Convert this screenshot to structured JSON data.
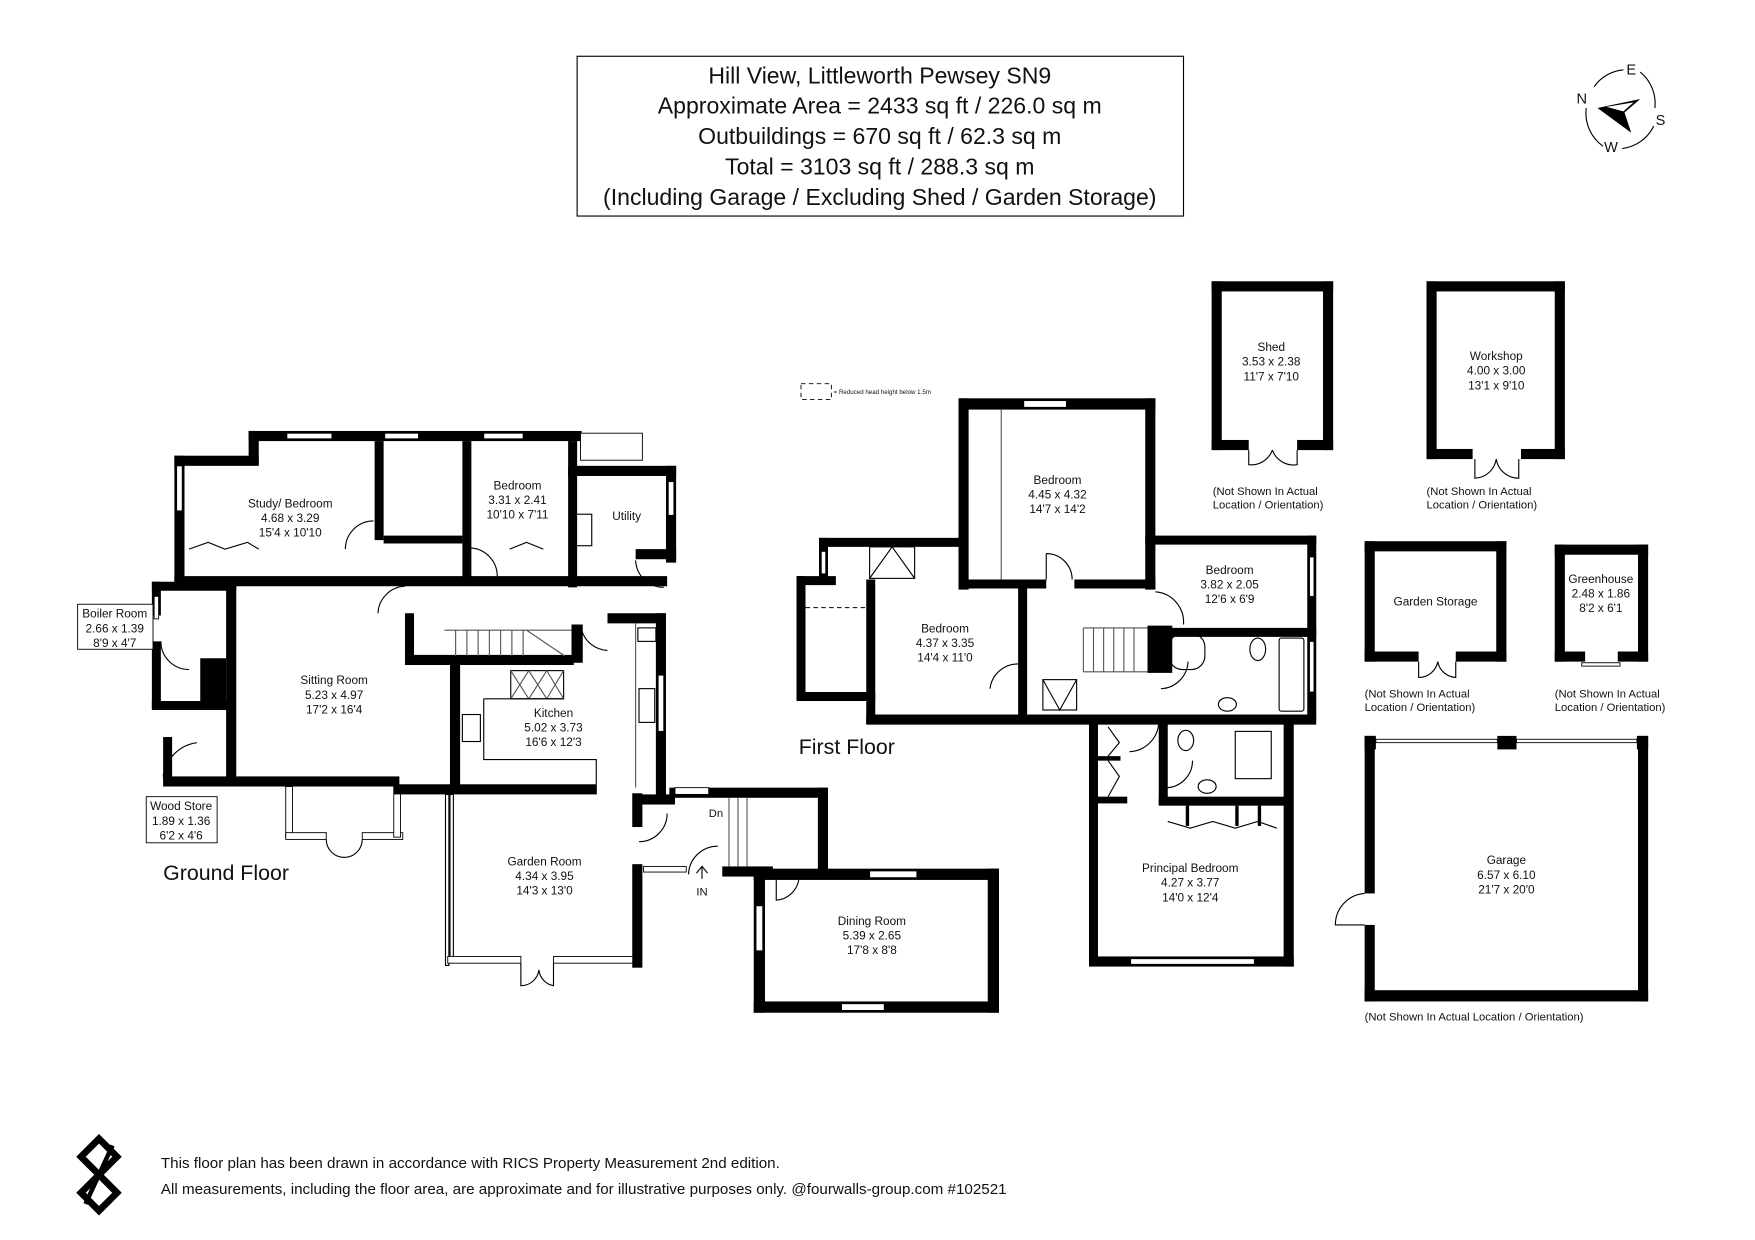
{
  "header": {
    "address": "Hill View, Littleworth Pewsey SN9",
    "approx_area": "Approximate Area = 2433 sq ft / 226.0 sq m",
    "outbuildings": "Outbuildings = 670 sq ft / 62.3 sq m",
    "total": "Total = 3103 sq ft / 288.3 sq m",
    "note": "(Including Garage / Excluding Shed / Garden Storage)"
  },
  "compass": {
    "n": "N",
    "e": "E",
    "s": "S",
    "w": "W"
  },
  "legend": {
    "text": "= Reduced head height below 1.5m"
  },
  "ground_floor": {
    "label": "Ground Floor",
    "entrance": "IN",
    "stairs_down": "Dn",
    "rooms": {
      "study": {
        "name": "Study/ Bedroom",
        "metric": "4.68 x 3.29",
        "imperial": "15'4 x 10'10"
      },
      "bedroom": {
        "name": "Bedroom",
        "metric": "3.31 x 2.41",
        "imperial": "10'10 x 7'11"
      },
      "utility": {
        "name": "Utility"
      },
      "boiler": {
        "name": "Boiler Room",
        "metric": "2.66 x 1.39",
        "imperial": "8'9 x 4'7"
      },
      "sitting": {
        "name": "Sitting Room",
        "metric": "5.23 x 4.97",
        "imperial": "17'2 x 16'4"
      },
      "kitchen": {
        "name": "Kitchen",
        "metric": "5.02 x 3.73",
        "imperial": "16'6 x 12'3"
      },
      "wood_store": {
        "name": "Wood Store",
        "metric": "1.89 x 1.36",
        "imperial": "6'2 x 4'6"
      },
      "garden_room": {
        "name": "Garden Room",
        "metric": "4.34 x 3.95",
        "imperial": "14'3 x 13'0"
      },
      "dining": {
        "name": "Dining Room",
        "metric": "5.39 x 2.65",
        "imperial": "17'8 x 8'8"
      }
    }
  },
  "first_floor": {
    "label": "First Floor",
    "rooms": {
      "bedroom_top": {
        "name": "Bedroom",
        "metric": "4.45 x 4.32",
        "imperial": "14'7 x 14'2"
      },
      "bedroom_left": {
        "name": "Bedroom",
        "metric": "4.37 x 3.35",
        "imperial": "14'4 x 11'0"
      },
      "bedroom_right": {
        "name": "Bedroom",
        "metric": "3.82 x 2.05",
        "imperial": "12'6 x 6'9"
      },
      "principal": {
        "name": "Principal Bedroom",
        "metric": "4.27 x 3.77",
        "imperial": "14'0 x 12'4"
      }
    }
  },
  "outbuildings": {
    "not_shown_1": "(Not Shown In Actual",
    "not_shown_2": "Location / Orientation)",
    "garage_note": "(Not Shown In Actual Location / Orientation)",
    "shed": {
      "name": "Shed",
      "metric": "3.53 x 2.38",
      "imperial": "11'7 x 7'10"
    },
    "workshop": {
      "name": "Workshop",
      "metric": "4.00 x 3.00",
      "imperial": "13'1 x 9'10"
    },
    "garden_storage": {
      "name": "Garden Storage"
    },
    "greenhouse": {
      "name": "Greenhouse",
      "metric": "2.48 x 1.86",
      "imperial": "8'2 x 6'1"
    },
    "garage": {
      "name": "Garage",
      "metric": "6.57 x 6.10",
      "imperial": "21'7 x 20'0"
    }
  },
  "footer": {
    "line1": "This floor plan has been drawn in accordance with RICS Property Measurement 2nd edition.",
    "line2": "All measurements, including the floor area, are approximate and for illustrative purposes only. @fourwalls-group.com #102521"
  }
}
